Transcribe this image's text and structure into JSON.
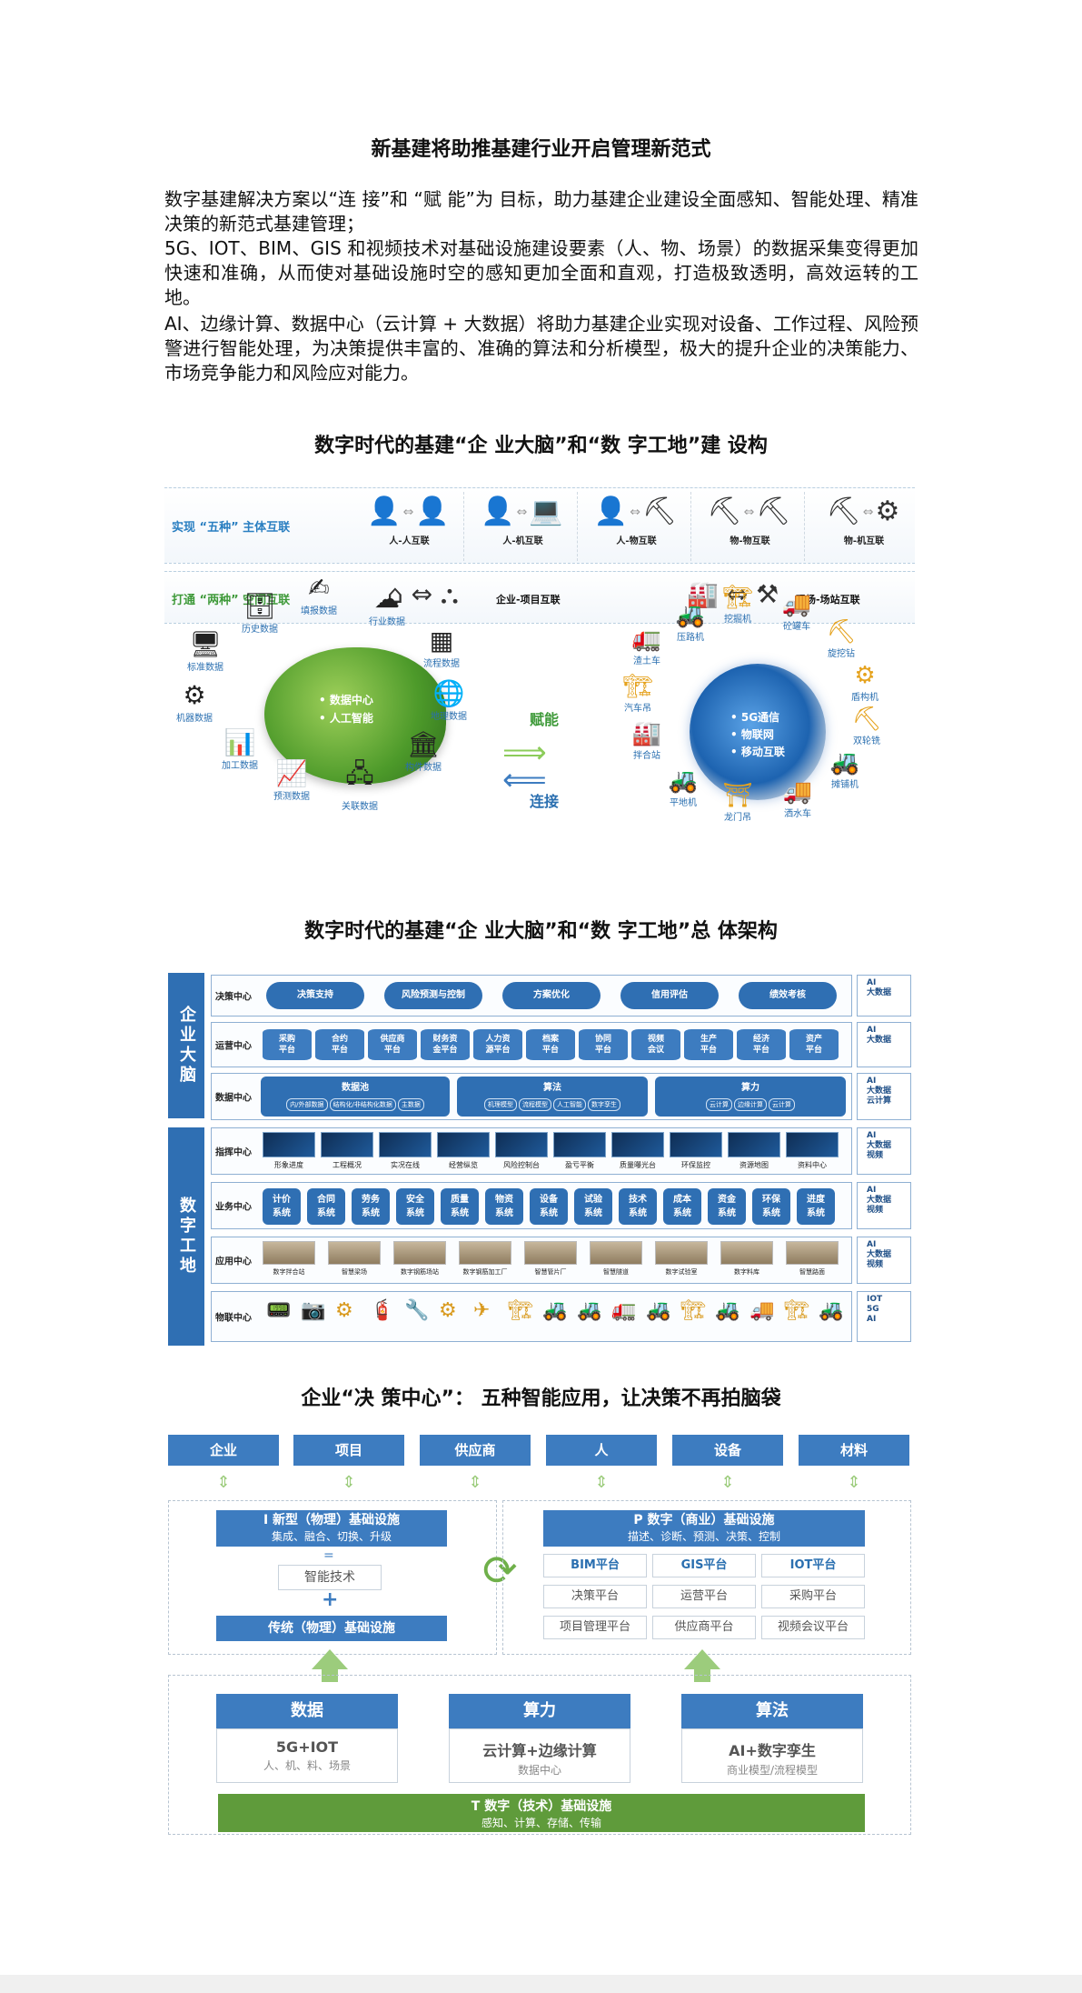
{
  "title": "新基建将助推基建行业开启管理新范式",
  "paragraphs": [
    "数字基建解决方案以“连 接”和 “赋 能”为 目标，助力基建企业建设全面感知、智能处理、精准决策的新范式基建管理；",
    "5G、IOT、BIM、GIS 和视频技术对基础设施建设要素（人、物、场景）的数据采集变得更加快速和准确，从而使对基础设施时空的感知更加全面和直观，打造极致透明，高效运转的工地。",
    "AI、边缘计算、数据中心（云计算 + 大数据）将助力基建企业实现对设备、工作过程、风险预警进行智能处理，为决策提供丰富的、准确的算法和分析模型，极大的提升企业的决策能力、市场竞争能力和风险应对能力。"
  ],
  "section1": {
    "title": "数字时代的基建“企 业大脑”和“数 字工地”建 设构",
    "band1": {
      "label": "实现 “五种” 主体互联",
      "pairs": [
        "人-人互联",
        "人-机互联",
        "人-物互联",
        "物-物互联",
        "物-机互联"
      ]
    },
    "band2": {
      "label": "打通 “两种” 空间互联",
      "pairs": [
        "企业-项目互联",
        "现场-场站互联"
      ]
    },
    "brain_text": [
      "数据中心",
      "人工智能"
    ],
    "data_icons": [
      "历史数据",
      "填报数据",
      "行业数据",
      "标准数据",
      "流程数据",
      "机器数据",
      "地理数据",
      "加工数据",
      "构件数据",
      "预测数据",
      "关联数据"
    ],
    "flow": {
      "forward": "赋能",
      "back": "连接"
    },
    "globe_text": [
      "5G通信",
      "物联网",
      "移动互联"
    ],
    "machines": [
      "压路机",
      "挖掘机",
      "砼罐车",
      "旋挖钻",
      "渣土车",
      "盾构机",
      "汽车吊",
      "双轮铣",
      "拌合站",
      "摊铺机",
      "平地机",
      "龙门吊",
      "洒水车"
    ]
  },
  "section2": {
    "title": "数字时代的基建“企 业大脑”和“数 字工地”总 体架构",
    "block_top": "企业大脑",
    "block_bottom": "数字工地",
    "rows": {
      "decision": {
        "label": "决策中心",
        "items": [
          "决策支持",
          "风险预测与控制",
          "方案优化",
          "信用评估",
          "绩效考核"
        ],
        "tag": [
          "AI",
          "大数据"
        ]
      },
      "operation": {
        "label": "运营中心",
        "items": [
          "采购\n平台",
          "合约\n平台",
          "供应商\n平台",
          "财务资\n金平台",
          "人力资\n源平台",
          "档案\n平台",
          "协同\n平台",
          "视频\n会议",
          "生产\n平台",
          "经济\n平台",
          "资产\n平台"
        ],
        "tag": [
          "AI",
          "大数据"
        ]
      },
      "data": {
        "label": "数据中心",
        "groups": [
          {
            "title": "数据池",
            "chips": [
              "内/外部数据",
              "结构化/非结构化数据",
              "主数据"
            ]
          },
          {
            "title": "算法",
            "chips": [
              "机理模型",
              "流程模型",
              "人工智能",
              "数字孪生"
            ]
          },
          {
            "title": "算力",
            "chips": [
              "云计算",
              "边缘计算",
              "云计算"
            ]
          }
        ],
        "tag": [
          "AI",
          "大数据",
          "云计算"
        ]
      },
      "command": {
        "label": "指挥中心",
        "items": [
          "形象进度",
          "工程概况",
          "实况在线",
          "经营纵览",
          "风险控制台",
          "盈亏平衡",
          "质量曝光台",
          "环保监控",
          "资源地图",
          "资料中心"
        ],
        "tag": [
          "AI",
          "大数据",
          "视频"
        ]
      },
      "business": {
        "label": "业务中心",
        "items": [
          "计价\n系统",
          "合同\n系统",
          "劳务\n系统",
          "安全\n系统",
          "质量\n系统",
          "物资\n系统",
          "设备\n系统",
          "试验\n系统",
          "技术\n系统",
          "成本\n系统",
          "资金\n系统",
          "环保\n系统",
          "进度\n系统"
        ],
        "tag": [
          "AI",
          "大数据",
          "视频"
        ]
      },
      "application": {
        "label": "应用中心",
        "items": [
          "数字拌合站",
          "智慧梁场",
          "数字钢筋场站",
          "数字钢筋加工厂",
          "智慧管片厂",
          "智慧隧道",
          "数字试验室",
          "数字料库",
          "智慧路面"
        ],
        "tag": [
          "AI",
          "大数据",
          "视频"
        ]
      },
      "iot": {
        "label": "物联中心",
        "tag": [
          "IOT",
          "5G",
          "AI"
        ]
      }
    }
  },
  "section3": {
    "title": "企业“决 策中心”： 五种智能应用，让决策不再拍脑袋",
    "top": [
      "企业",
      "项目",
      "供应商",
      "人",
      "设备",
      "材料"
    ],
    "left": {
      "head_main": "I 新型（物理）基础设施",
      "head_sub": "集成、融合、切换、升级",
      "eq": "=",
      "smart": "智能技术",
      "plus": "+",
      "foot": "传统（物理）基础设施"
    },
    "right": {
      "head_main": "P 数字（商业）基础设施",
      "head_sub": "描述、诊断、预测、决策、控制",
      "platforms": [
        "BIM平台",
        "GIS平台",
        "IOT平台",
        "决策平台",
        "运营平台",
        "采购平台",
        "项目管理平台",
        "供应商平台",
        "视频会议平台"
      ]
    },
    "cards": [
      {
        "head": "数据",
        "a": "5G+IOT",
        "b": "人、机、料、场景"
      },
      {
        "head": "算力",
        "a": "云计算+边缘计算",
        "b": "数据中心"
      },
      {
        "head": "算法",
        "a": "AI+数字孪生",
        "b": "商业模型/流程模型"
      }
    ],
    "bottom_main": "T 数字（技术）基础设施",
    "bottom_sub": "感知、计算、存储、传输"
  }
}
